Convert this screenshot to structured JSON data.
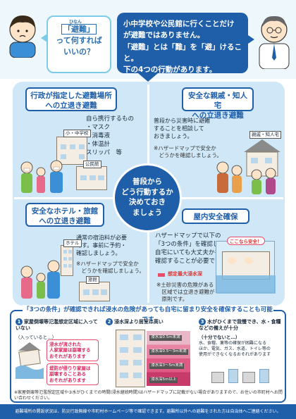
{
  "header": {
    "question_hl": "「避難」",
    "question_rest": "って何すればいいの？",
    "ruby_hinan": "ひなん",
    "answer_lines": [
      "小中学校や公民館に行くことだけ",
      "が避難ではありません。",
      "「避難」とは「難」を「避」けること。",
      "下の4つの行動があります。"
    ]
  },
  "center": {
    "lines": [
      "普段から",
      "どう行動するか",
      "決めておき",
      "ましょう"
    ]
  },
  "q1": {
    "title_lines": [
      "行政が指定した避難場所",
      "への立退き避難"
    ],
    "items_intro": "自ら携行するもの",
    "items": [
      "・マスク",
      "・消毒液",
      "・体温計",
      "スリッパ　等"
    ],
    "label_school": "小・中学校",
    "label_hall": "公民館"
  },
  "q2": {
    "title_lines": [
      "安全な親戚・知人宅",
      "への立退き避難"
    ],
    "body": [
      "普段から災害時に避難",
      "することを相談して",
      "おきましょう。"
    ],
    "note": [
      "※ハザードマップで安全か",
      "　どうかを確認しましょう。"
    ],
    "label_house": "親戚・知人宅"
  },
  "q3": {
    "title_lines": [
      "安全なホテル・旅館",
      "への立退き避難"
    ],
    "body": [
      "通常の宿泊料が必要",
      "です。事前に予約・",
      "確認しましょう。"
    ],
    "note": [
      "※ハザードマップで安全か",
      "　どうかを確認しましょう。"
    ],
    "label_hotel": "ホテル",
    "label_ryokan": "旅館"
  },
  "q4": {
    "title": "屋内安全確保",
    "body": [
      "ハザードマップで以下の",
      "「3つの条件」を確認し",
      "自宅にいても大丈夫かを",
      "確認することが必要です。"
    ],
    "legend": "想定最大浸水深",
    "note": [
      "※土砂災害の危険がある",
      "　区域では立退き避難が",
      "　原則です。"
    ],
    "bubble": "ここなら安全！"
  },
  "bottom": {
    "title": "「3つの条件」が確認できれば浸水の危険があっても自宅に留まり安全を確保することも可能です",
    "c1": {
      "num": "1",
      "head": "家屋倒壊等氾濫想定区域に入っていない",
      "sub": "（入っていると…）",
      "warn1": [
        "浸水が流された",
        "人家家屋は崩壊する",
        "おそれがあります"
      ],
      "warn2": [
        "堤防が侵りり家屋は",
        "崩壊することある",
        "おそれがあります"
      ]
    },
    "c2": {
      "num": "2",
      "head": "浸水深より居室は高い",
      "floors": [
        "浸水深0.5m未満",
        "浸水深0.5〜3m未満",
        "浸水深3〜5m未満",
        "浸水深5m以上"
      ]
    },
    "c3": {
      "num": "3",
      "head": "水がひくまで我慢でき、水・食糧などの備えが十分",
      "sub": "（十分でないと…）",
      "body": [
        "水、食糧、薬等の確保が困難になる",
        "ほか、電気、ガス、水道、トイレ等の",
        "使用ができなくなるおそれがあります"
      ]
    },
    "footnote": "※家屋倒壊等氾濫想定区域や③水がひくまでの時間(浸水継続時間)はハザードマップに記載がない場合がありますので、お住いの市町村へお問い合わせください。"
  },
  "footer": "避難場所の開設状況は、防災行政無線や市町村ホームページ等で確認できます。避難所以外への避難をされた方は自治体へご連絡ください。"
}
